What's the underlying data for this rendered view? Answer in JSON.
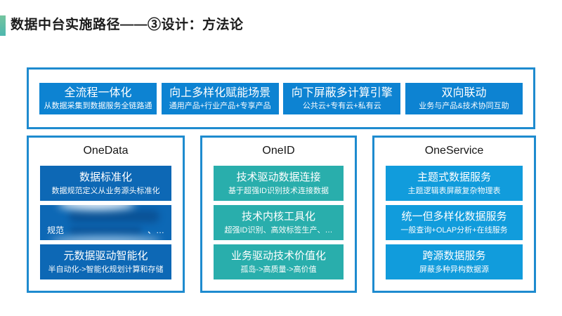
{
  "page": {
    "title": "数据中台实施路径——③设计：方法论"
  },
  "colors": {
    "accent_teal_top": "#74c59f",
    "accent_teal_bottom": "#4eb7ae",
    "box_border_blue": "#1e8bcf",
    "top_card_blue": "#0d83d2",
    "onedata_card_blue": "#0d68b5",
    "oneid_card_teal": "#29aeac",
    "oneservice_card_blue": "#119cdc"
  },
  "top_box": {
    "items": [
      {
        "title": "全流程一体化",
        "subtitle": "从数据采集到数据服务全链路通"
      },
      {
        "title": "向上多样化赋能场景",
        "subtitle": "通用产品+行业产品+专享产品"
      },
      {
        "title": "向下屏蔽多计算引擎",
        "subtitle": "公共云+专有云+私有云"
      },
      {
        "title": "双向联动",
        "subtitle": "业务与产品&技术协同互助"
      }
    ]
  },
  "panels": [
    {
      "header": "OneData",
      "cards": [
        {
          "title": "数据标准化",
          "subtitle": "数据规范定义从业务源头标准化"
        },
        {
          "blurred": true,
          "fragment_left": "规范",
          "fragment_right": "、…"
        },
        {
          "title": "元数据驱动智能化",
          "subtitle": "半自动化->智能化规划计算和存储"
        }
      ]
    },
    {
      "header": "OneID",
      "cards": [
        {
          "title": "技术驱动数据连接",
          "subtitle": "基于超强ID识别技术连接数据"
        },
        {
          "title": "技术内核工具化",
          "subtitle": "超强ID识别、高效标签生产、…"
        },
        {
          "title": "业务驱动技术价值化",
          "subtitle": "孤岛->高质量->高价值"
        }
      ]
    },
    {
      "header": "OneService",
      "cards": [
        {
          "title": "主题式数据服务",
          "subtitle": "主题逻辑表屏蔽复杂物理表"
        },
        {
          "title": "统一但多样化数据服务",
          "subtitle": "一般查询+OLAP分析+在线服务"
        },
        {
          "title": "跨源数据服务",
          "subtitle": "屏蔽多种异构数据源"
        }
      ]
    }
  ]
}
